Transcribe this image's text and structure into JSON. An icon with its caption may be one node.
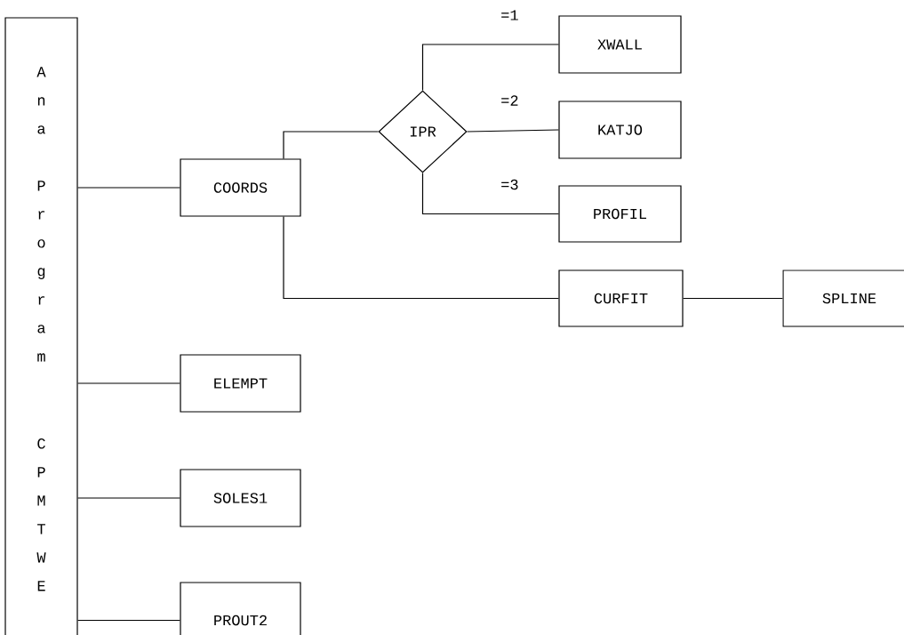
{
  "diagram": {
    "nodes": [
      {
        "text": [
          "Ana Program",
          "CPMTWE"
        ]
      },
      {
        "text": [
          "COORDS"
        ]
      },
      {
        "text": [
          "IPR"
        ]
      },
      {
        "text": [
          "XWALL"
        ]
      },
      {
        "text": [
          "KATJO"
        ]
      },
      {
        "text": [
          "PROFIL"
        ]
      },
      {
        "text": [
          "CURFIT"
        ]
      },
      {
        "text": [
          "SPLINE"
        ]
      },
      {
        "text": [
          "ELEMPT"
        ]
      },
      {
        "text": [
          "SOLES1"
        ]
      },
      {
        "text": [
          "PROUT2"
        ]
      }
    ],
    "edges": [
      {
        "from": 0,
        "to": 1,
        "arrow": "none"
      },
      {
        "from": 1,
        "to": 2,
        "arrow": "none"
      },
      {
        "from": 2,
        "to": 3,
        "arrow": "none",
        "label": "=1"
      },
      {
        "from": 2,
        "to": 4,
        "arrow": "none",
        "label": "=2"
      },
      {
        "from": 2,
        "to": 5,
        "arrow": "none",
        "label": "=3"
      },
      {
        "from": 1,
        "to": 6,
        "arrow": "none"
      },
      {
        "from": 6,
        "to": 7,
        "arrow": "none"
      },
      {
        "from": 0,
        "to": 8,
        "arrow": "none"
      },
      {
        "from": 0,
        "to": 9,
        "arrow": "none"
      },
      {
        "from": 0,
        "to": 10,
        "arrow": "none"
      }
    ]
  }
}
